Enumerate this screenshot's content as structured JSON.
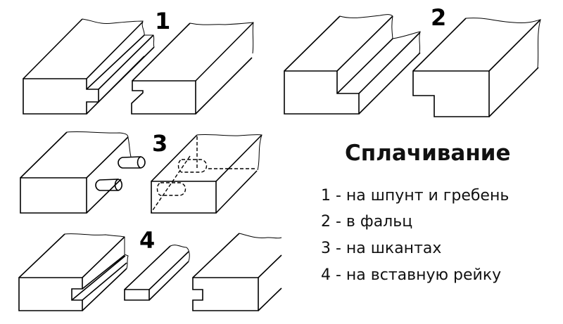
{
  "figure_labels": [
    "1",
    "2",
    "3",
    "4"
  ],
  "title": "Сплачивание",
  "legend": [
    "1 - на шпунт и гребень",
    "2 - в фальц",
    "3 - на шкантах",
    "4 - на вставную рейку"
  ]
}
